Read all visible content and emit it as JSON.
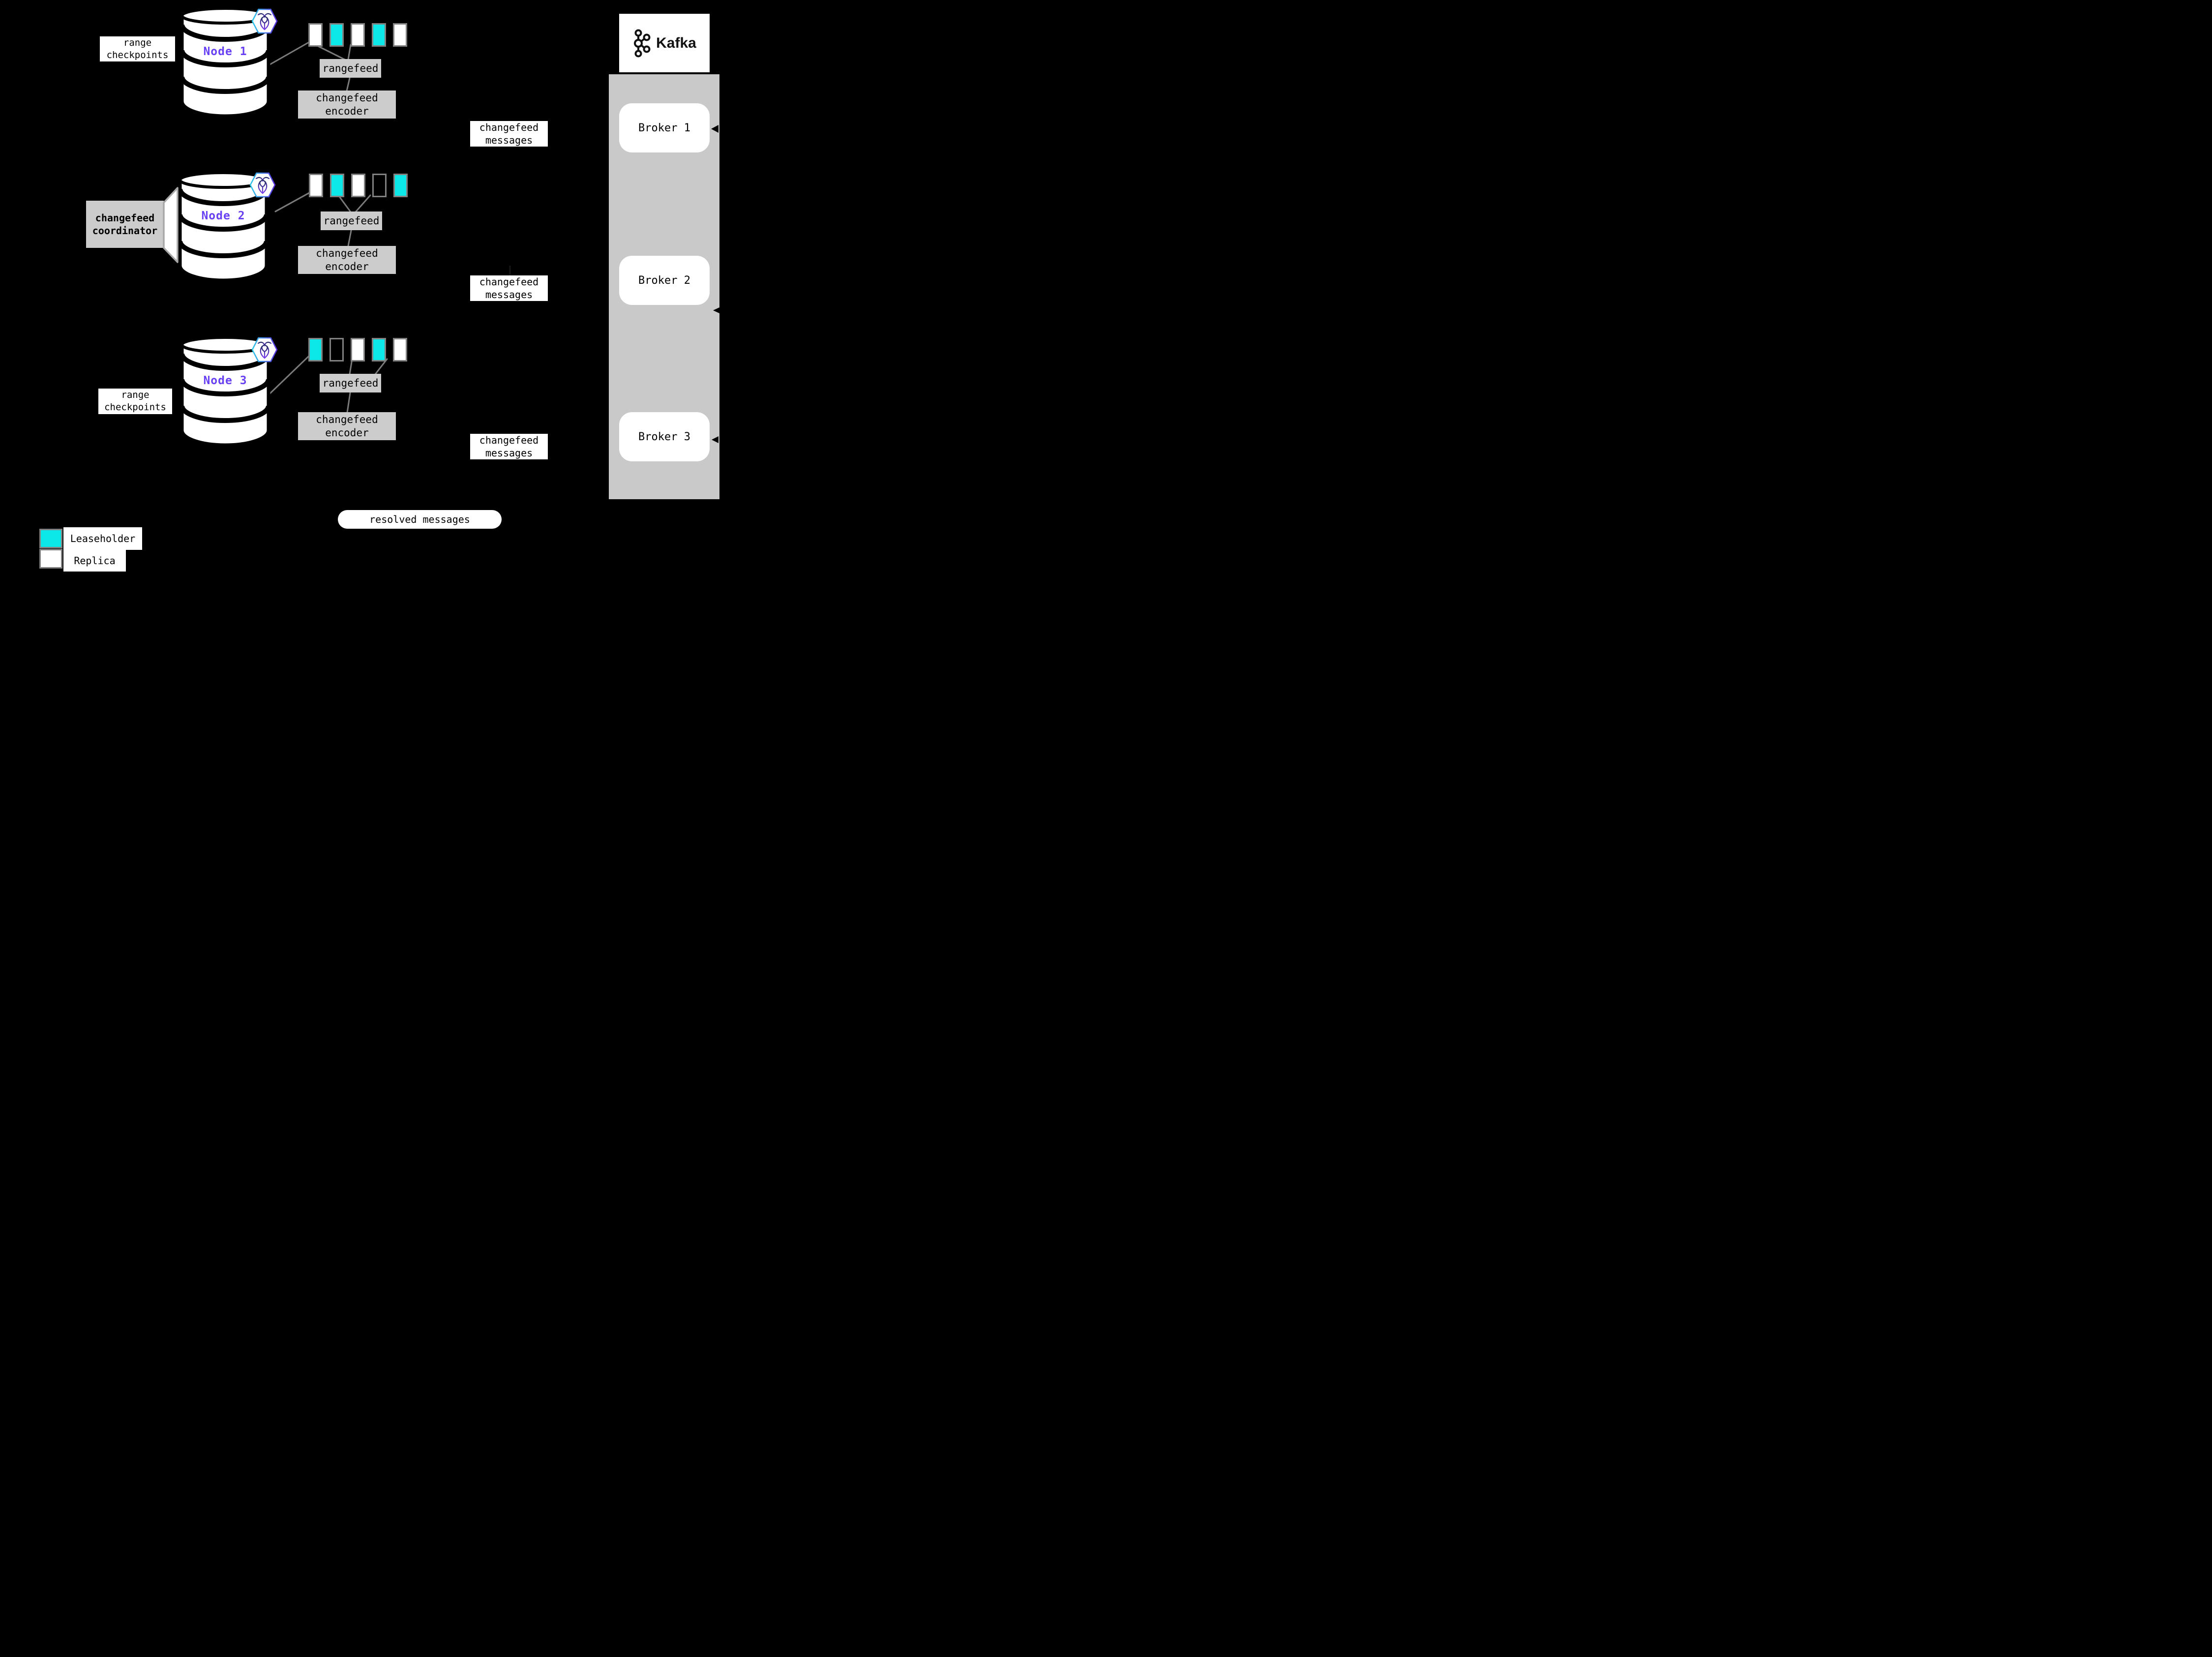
{
  "colors": {
    "background": "#000000",
    "leaseholder": "#0ce8e8",
    "replica": "#ffffff",
    "node_name": "#6941f5",
    "gray_box": "#cccccc",
    "kafka_container": "#c9c9c9",
    "connector_line": "#7b7b7b",
    "bar_border": "#808080"
  },
  "nodes": [
    {
      "name": "Node 1",
      "checkpoint_line1": "range",
      "checkpoint_line2": "checkpoints",
      "rangefeed_label": "rangefeed",
      "encoder_line1": "changefeed",
      "encoder_line2": "encoder",
      "ranges": [
        "replica",
        "leaseholder",
        "replica",
        "leaseholder",
        "replica"
      ]
    },
    {
      "name": "Node 2",
      "coordinator_line1": "changefeed",
      "coordinator_line2": "coordinator",
      "rangefeed_label": "rangefeed",
      "encoder_line1": "changefeed",
      "encoder_line2": "encoder",
      "ranges": [
        "replica",
        "leaseholder",
        "replica",
        "empty",
        "leaseholder"
      ]
    },
    {
      "name": "Node 3",
      "checkpoint_line1": "range",
      "checkpoint_line2": "checkpoints",
      "rangefeed_label": "rangefeed",
      "encoder_line1": "changefeed",
      "encoder_line2": "encoder",
      "ranges": [
        "leaseholder",
        "empty",
        "replica",
        "leaseholder",
        "replica"
      ]
    }
  ],
  "messages": [
    {
      "line1": "changefeed",
      "line2": "messages"
    },
    {
      "line1": "changefeed",
      "line2": "messages"
    },
    {
      "line1": "changefeed",
      "line2": "messages"
    }
  ],
  "kafka": {
    "title": "Kafka",
    "brokers": [
      {
        "label": "Broker 1"
      },
      {
        "label": "Broker 2"
      },
      {
        "label": "Broker 3"
      }
    ]
  },
  "resolved_label": "resolved messages",
  "legend": {
    "items": [
      {
        "key": "leaseholder",
        "label": "Leaseholder"
      },
      {
        "key": "replica",
        "label": "Replica"
      }
    ]
  }
}
